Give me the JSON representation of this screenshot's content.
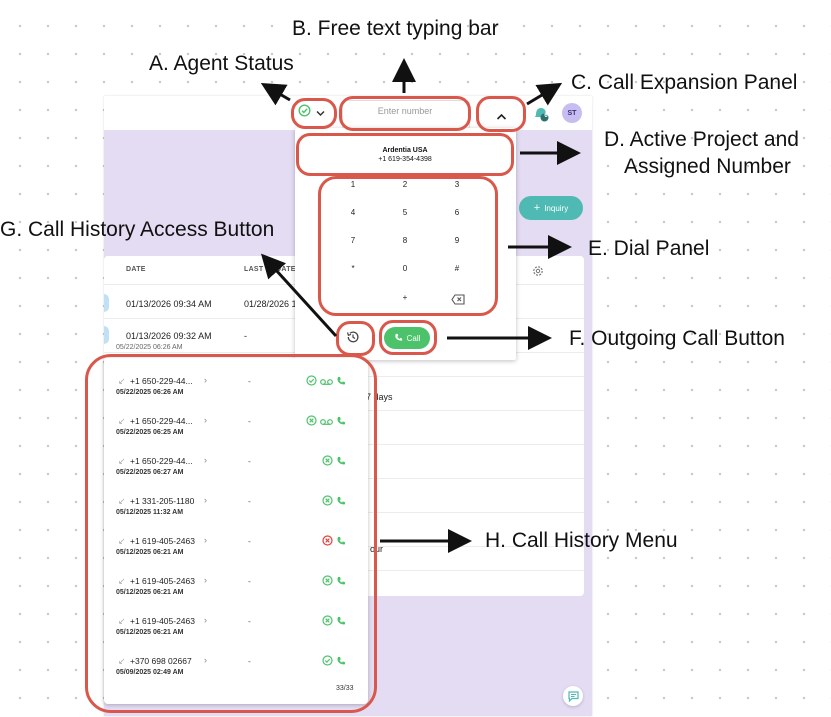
{
  "annotations": {
    "a": "A. Agent Status",
    "b": "B. Free text typing bar",
    "c": "C. Call Expansion Panel",
    "d_line1": "D. Active Project and",
    "d_line2": "Assigned Number",
    "e": "E. Dial Panel",
    "f": "F. Outgoing Call Button",
    "g": "G. Call History Access Button",
    "h": "H. Call History Menu"
  },
  "header": {
    "number_placeholder": "Enter number",
    "avatar_initials": "ST",
    "notification_badge": "6"
  },
  "project": {
    "name": "Ardentia USA",
    "number": "+1 619-354-4398"
  },
  "dialpad": {
    "keys": [
      "1",
      "2",
      "3",
      "4",
      "5",
      "6",
      "7",
      "8",
      "9",
      "*",
      "0",
      "#"
    ],
    "plus": "+",
    "call_label": "Call"
  },
  "inquiry_button": "Inquiry",
  "background_table": {
    "col_date": "DATE",
    "col_last_updated": "LAST UPDATED",
    "rows": [
      {
        "date": "01/13/2026 09:34 AM",
        "updated": "01/28/2026 1"
      },
      {
        "date": "01/13/2026 09:32 AM",
        "updated": "-"
      }
    ],
    "partial_date": "05/22/2025 06:26 AM",
    "fragment_days": "7 days",
    "fragment_our": "our"
  },
  "history": {
    "rows": [
      {
        "number": "+1 650-229-44...",
        "date": "05/22/2025 06:26 AM",
        "dash": "-",
        "status": "ok",
        "voicemail": true
      },
      {
        "number": "+1 650-229-44...",
        "date": "05/22/2025 06:25 AM",
        "dash": "-",
        "status": "missed",
        "voicemail": true
      },
      {
        "number": "+1 650-229-44...",
        "date": "05/22/2025 06:27 AM",
        "dash": "-",
        "status": "missed",
        "voicemail": false
      },
      {
        "number": "+1 331-205-1180",
        "date": "05/12/2025 11:32 AM",
        "dash": "-",
        "status": "missed",
        "voicemail": false
      },
      {
        "number": "+1 619-405-2463",
        "date": "05/12/2025 06:21 AM",
        "dash": "-",
        "status": "failed",
        "voicemail": false
      },
      {
        "number": "+1 619-405-2463",
        "date": "05/12/2025 06:21 AM",
        "dash": "-",
        "status": "missed",
        "voicemail": false
      },
      {
        "number": "+1 619-405-2463",
        "date": "05/12/2025 06:21 AM",
        "dash": "-",
        "status": "missed",
        "voicemail": false
      },
      {
        "number": "+370 698 02667",
        "date": "05/09/2025 02:49 AM",
        "dash": "-",
        "status": "ok",
        "voicemail": false
      }
    ],
    "pagination": "33/33"
  },
  "colors": {
    "highlight": "#d9584b",
    "green": "#4cc36a",
    "red": "#e0413a",
    "teal": "#4fb9b4",
    "purple_bg": "#e4dcf3"
  }
}
